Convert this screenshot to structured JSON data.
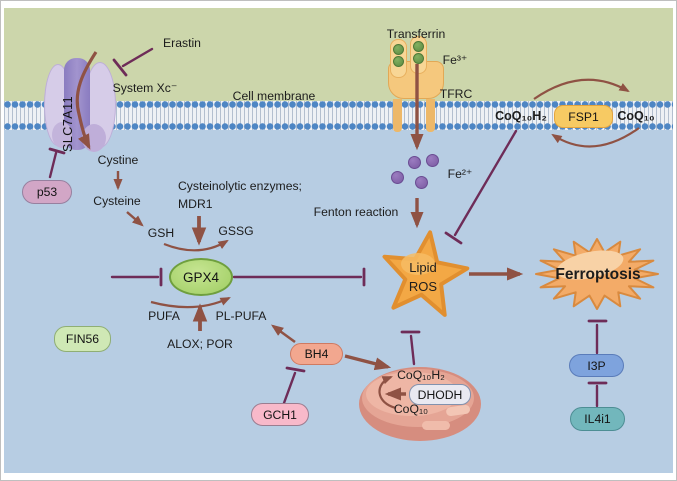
{
  "colors": {
    "extracellular_bg": "#ccd6ab",
    "cytosol_bg": "#b7cde3",
    "membrane_dots": "#4e86c4",
    "arrow_brown": "#8f5244",
    "inhibitor_purple": "#6e2c58",
    "lipid_ros_star": "#f3a845",
    "ferroptosis_burst": "#f3ab68",
    "gpx4_green": "#a8d36b",
    "fsp1_yellow": "#f7ca63",
    "mitochondria_salmon": "#e2a090",
    "transporter_purple": "#8a7cc0",
    "tfrc_yellow": "#f5c87d",
    "fe_ball_green": "#6fa053",
    "fe2_dot_purple": "#8a6ab0"
  },
  "extracellular": {
    "erastin": "Erastin",
    "system_xc": "System Xc⁻",
    "cell_membrane": "Cell membrane",
    "transferrin": "Transferrin",
    "fe3": "Fe³⁺",
    "tfrc": "TFRC"
  },
  "membrane_zone": {
    "slc7a11": "SLC7A11",
    "coq10h2": "CoQ₁₀H₂",
    "fsp1": "FSP1",
    "coq10": "CoQ₁₀"
  },
  "cytosol": {
    "p53": "p53",
    "cystine": "Cystine",
    "cysteine": "Cysteine",
    "enzymes_line1": "Cysteinolytic enzymes;",
    "enzymes_line2": "MDR1",
    "gsh": "GSH",
    "gssg": "GSSG",
    "fin56": "FIN56",
    "gpx4": "GPX4",
    "pufa": "PUFA",
    "pl_pufa": "PL-PUFA",
    "alox_por": "ALOX; POR",
    "bh4": "BH4",
    "gch1": "GCH1",
    "fe2": "Fe²⁺",
    "fenton": "Fenton reaction",
    "lipid_line1": "Lipid",
    "lipid_line2": "ROS",
    "ferroptosis": "Ferroptosis",
    "i3p": "I3P",
    "il4i1": "IL4i1"
  },
  "mitochondrion": {
    "coq10h2": "CoQ₁₀H₂",
    "dhodh": "DHODH",
    "coq10": "CoQ₁₀"
  }
}
